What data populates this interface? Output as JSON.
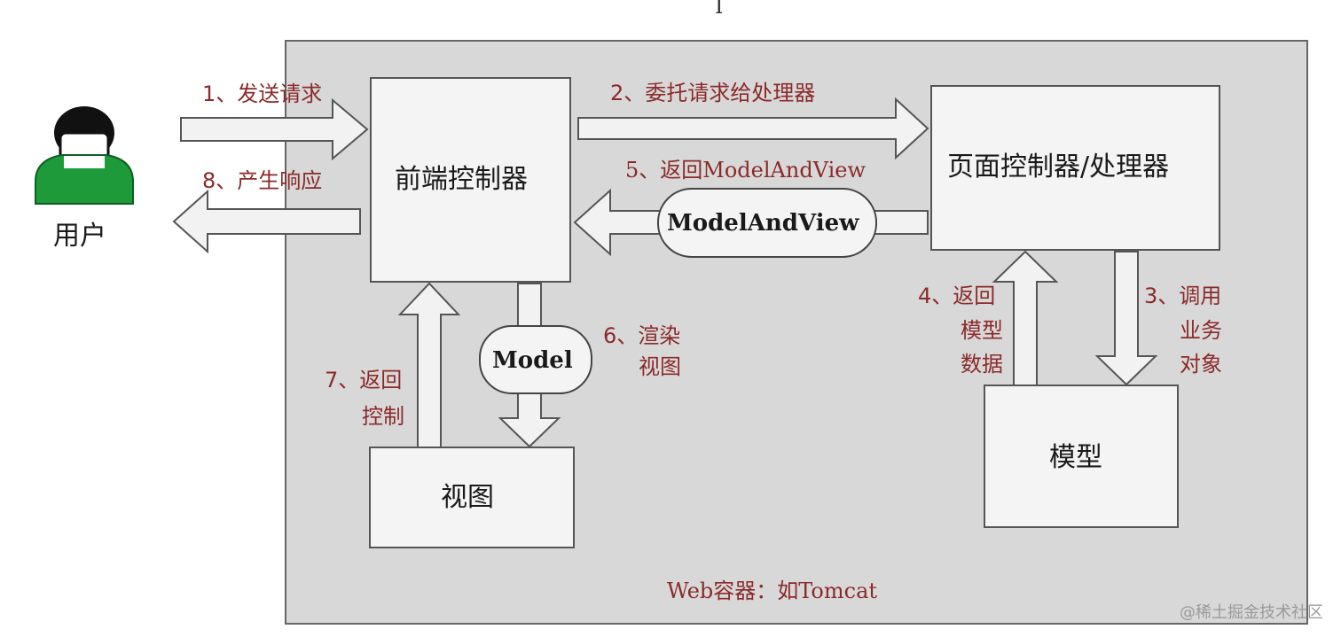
{
  "colors": {
    "container_fill": "#d8d8d8",
    "box_fill": "#f4f4f4",
    "step_text": "#8b2a2a",
    "user_green": "#1f9a3a"
  },
  "icons": {
    "user": "user-person-icon"
  },
  "top_mark": "I",
  "user": {
    "label": "用户"
  },
  "boxes": {
    "front_controller": "前端控制器",
    "page_controller": "页面控制器/处理器",
    "view": "视图",
    "model": "模型"
  },
  "pills": {
    "model_and_view": "ModelAndView",
    "model": "Model"
  },
  "steps": {
    "s1": "1、发送请求",
    "s2": "2、委托请求给处理器",
    "s3": [
      "3、调用",
      "业务",
      "对象"
    ],
    "s4": [
      "4、返回",
      "模型",
      "数据"
    ],
    "s5": "5、返回ModelAndView",
    "s6": [
      "6、渲染",
      "视图"
    ],
    "s7": [
      "7、返回",
      "控制"
    ],
    "s8": "8、产生响应"
  },
  "container_label": "Web容器：如Tomcat",
  "watermark": "@稀土掘金技术社区"
}
